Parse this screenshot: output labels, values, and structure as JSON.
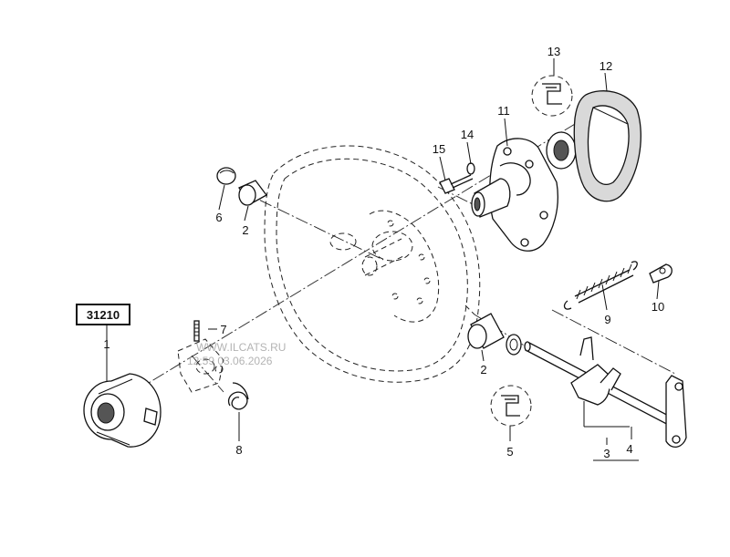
{
  "catalog_code": "31210",
  "watermark": {
    "line1": "WWW.ILCATS.RU",
    "line2": "12:59 03.06.2026"
  },
  "callouts": [
    {
      "id": "c1",
      "label": "1"
    },
    {
      "id": "c2a",
      "label": "2"
    },
    {
      "id": "c2b",
      "label": "2"
    },
    {
      "id": "c3",
      "label": "3"
    },
    {
      "id": "c4",
      "label": "4"
    },
    {
      "id": "c5",
      "label": "5"
    },
    {
      "id": "c6",
      "label": "6"
    },
    {
      "id": "c7",
      "label": "7"
    },
    {
      "id": "c8",
      "label": "8"
    },
    {
      "id": "c9",
      "label": "9"
    },
    {
      "id": "c10",
      "label": "10"
    },
    {
      "id": "c11",
      "label": "11"
    },
    {
      "id": "c12",
      "label": "12"
    },
    {
      "id": "c13",
      "label": "13"
    },
    {
      "id": "c14",
      "label": "14"
    },
    {
      "id": "c15",
      "label": "15"
    }
  ]
}
